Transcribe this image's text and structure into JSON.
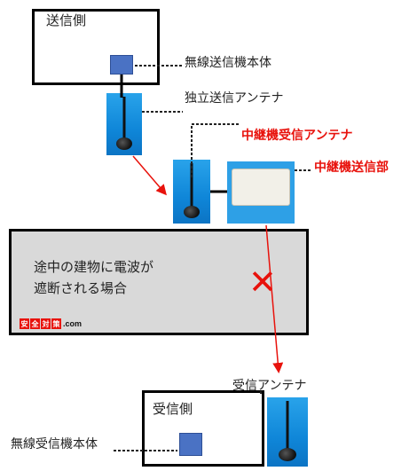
{
  "transmit_side": {
    "label": "送信側",
    "unit_label": "無線送信機本体",
    "antenna_label": "独立送信アンテナ"
  },
  "relay": {
    "antenna_label": "中継機受信アンテナ",
    "transmitter_label": "中継機送信部"
  },
  "obstacle": {
    "line1": "途中の建物に電波が",
    "line2": "遮断される場合",
    "blocked_mark": "✕"
  },
  "logo": {
    "chars": [
      "安",
      "全",
      "対",
      "策"
    ],
    "domain": ".com"
  },
  "receive_side": {
    "antenna_label": "受信アンテナ",
    "label": "受信側",
    "unit_label": "無線受信機本体"
  },
  "colors": {
    "accent_red": "#e8120c",
    "chip_blue": "#4a72c4",
    "antenna_blue": "#1a90de",
    "wall_gray": "#d9d9d9"
  }
}
